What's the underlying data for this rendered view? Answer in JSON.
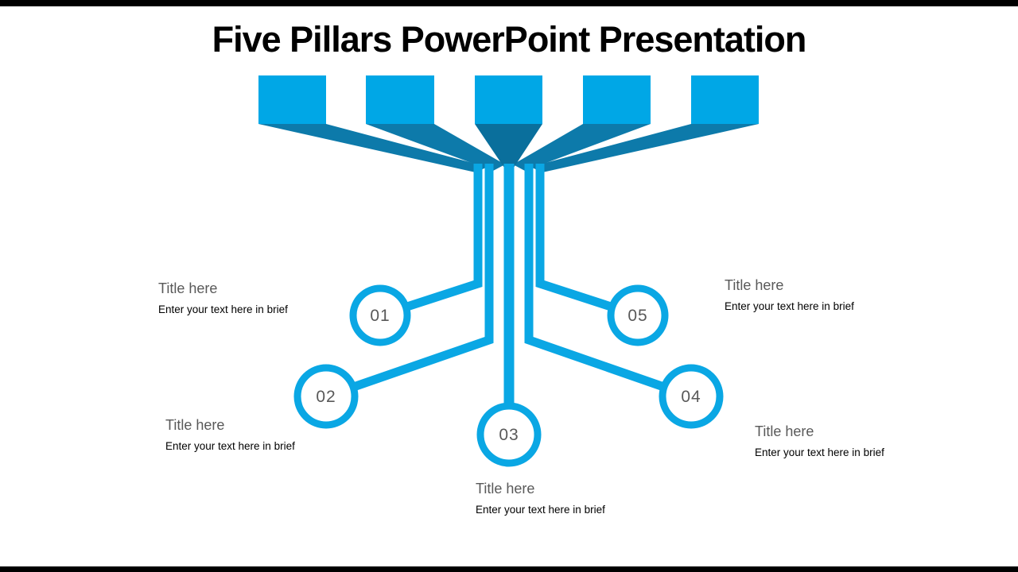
{
  "page": {
    "title": "Five Pillars PowerPoint Presentation"
  },
  "colors": {
    "pillar_blue": "#00a7e6",
    "funnel_dark_blue": "#0d7aaa",
    "funnel_center_blue": "#0a6f9c",
    "connector_blue": "#0aa7e4",
    "label_gray": "#595959",
    "border_black": "#000000"
  },
  "items": [
    {
      "number": "01",
      "title": "Title here",
      "subtitle": "Enter your text here in brief"
    },
    {
      "number": "02",
      "title": "Title here",
      "subtitle": "Enter your text here in brief"
    },
    {
      "number": "03",
      "title": "Title here",
      "subtitle": "Enter your text here in brief"
    },
    {
      "number": "04",
      "title": "Title here",
      "subtitle": "Enter your text here in brief"
    },
    {
      "number": "05",
      "title": "Title here",
      "subtitle": "Enter your text here in brief"
    }
  ]
}
